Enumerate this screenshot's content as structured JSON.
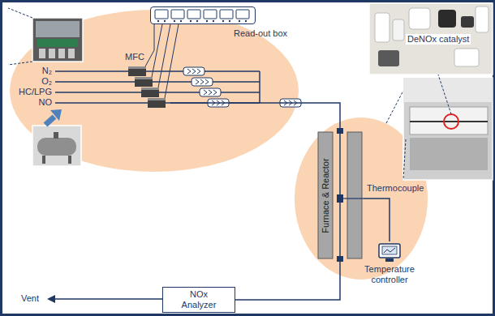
{
  "diagram": {
    "nodes": [
      {
        "text": [
          "Read-out box"
        ]
      },
      {
        "text": [
          "MFC"
        ]
      },
      {
        "text": [
          "Furnace & Reactor"
        ]
      },
      {
        "text": [
          "Temperature controller"
        ]
      },
      {
        "text": [
          "NOx Analyzer"
        ]
      }
    ],
    "edges": [
      {
        "from": 0,
        "to": 1,
        "arrow": "none"
      },
      {
        "from": 1,
        "to": 2,
        "arrow": "none"
      },
      {
        "from": 2,
        "to": 4,
        "arrow": "none"
      },
      {
        "from": 2,
        "to": 3,
        "arrow": "none"
      }
    ],
    "labels": [
      "N₂",
      "O₂",
      "HC/LPG",
      "NO",
      "DeNOx catalyst",
      "Thermocouple",
      "Vent"
    ]
  }
}
